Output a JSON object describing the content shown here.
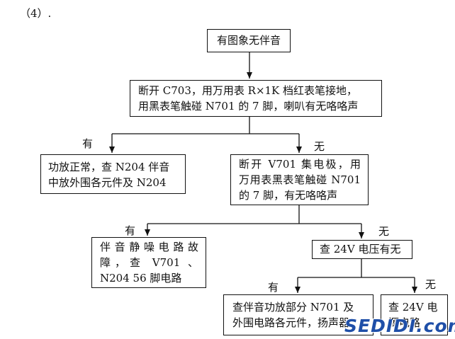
{
  "section_label": "（4）.",
  "nodes": {
    "start": "有图象无伴音",
    "step1_line1": "断开 C703，用万用表 R×1K 档红表笔接地，",
    "step1_line2": "用黑表笔触碰 N701 的 7 脚，喇叭有无咯咯声",
    "ok_line1": "功放正常，查 N204 伴音",
    "ok_line2": "中放外围各元件及 N204",
    "step2_line1": "断开 V701 集电极，用",
    "step2_line2": "万用表黑表笔触碰 N701",
    "step2_line3": "的 7 脚，有无咯咯声",
    "mute_line1": "伴音静噪电路故",
    "mute_line2": "障，查 V701 、",
    "mute_line3": "N204 56 脚电路",
    "check24": "查 24V 电压有无",
    "amp_line1": "查伴音功放部分 N701 及",
    "amp_line2": "外围电路各元件，扬声器",
    "power_line1": "查 24V 电",
    "power_line2": "源电路"
  },
  "edge_labels": {
    "yes1": "有",
    "no1": "无",
    "yes2": "有",
    "no2": "无",
    "yes3": "有",
    "no3": "无"
  },
  "watermark": "SEDIDI.com"
}
